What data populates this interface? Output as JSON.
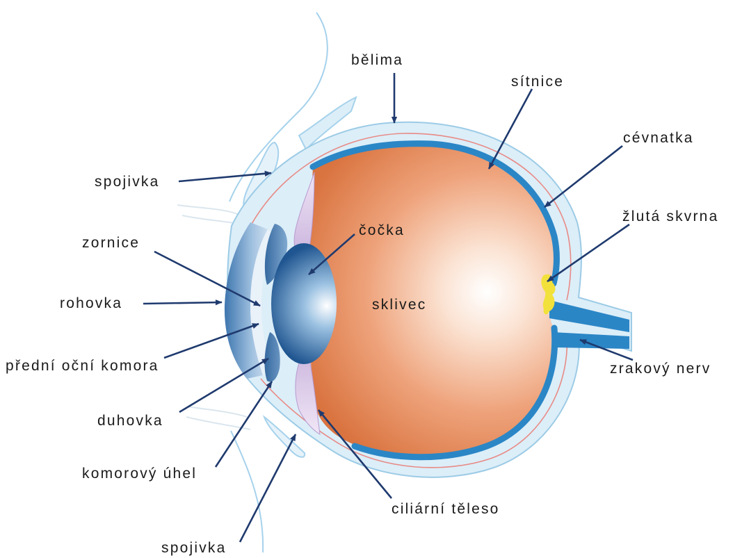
{
  "diagram": {
    "labels": {
      "belima": "bělima",
      "sitnice": "sítnice",
      "cevnatka": "cévnatka",
      "spojivka_top": "spojivka",
      "zornice": "zornice",
      "cocka": "čočka",
      "zluta_skvrna": "žlutá skvrna",
      "rohovka": "rohovka",
      "sklivec": "sklivec",
      "predni_ocni_komora": "přední oční komora",
      "zrakovy_nerv": "zrakový nerv",
      "duhovka": "duhovka",
      "komorovy_uhel": "komorový úhel",
      "ciliarni_teleso": "ciliární těleso",
      "spojivka_bottom": "spojivka"
    },
    "colors": {
      "sclera": "#dceef8",
      "sclera_outline": "#9ccbe6",
      "retina": "#2b86c6",
      "choroid_line": "#e88a86",
      "vitreous_inner": "#ffffff",
      "vitreous_outer": "#d9733f",
      "lens_dark": "#1f5590",
      "macula": "#f2e13a",
      "arrow": "#1f3a6e",
      "ciliary": "#b79ad0"
    }
  }
}
